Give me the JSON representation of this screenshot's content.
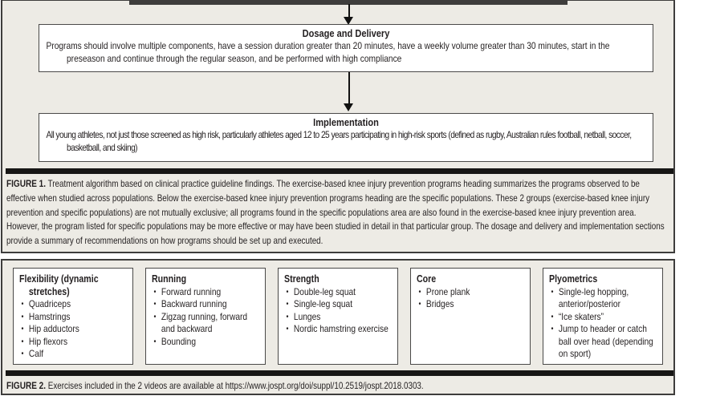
{
  "colors": {
    "panel_background": "#edebe5",
    "panel_border": "#3e3d3c",
    "box_border": "#4a4948",
    "separator_bar": "#171615",
    "text": "#231f20"
  },
  "figure1": {
    "flow_boxes": [
      {
        "title": "Dosage and Delivery",
        "body": "Programs should involve multiple components, have a session duration greater than 20 minutes, have a weekly volume greater than 30 minutes, start in the preseason and continue through the regular season, and be performed with high compliance"
      },
      {
        "title": "Implementation",
        "body": "All young athletes, not just those screened as high risk, particularly athletes aged 12 to 25 years participating in high-risk sports (defined as rugby, Australian rules football, netball, soccer, basketball, and skiing)"
      }
    ],
    "caption_label": "FIGURE 1.",
    "caption_text": "Treatment algorithm based on clinical practice guideline findings. The exercise-based knee injury prevention programs heading summarizes the programs observed to be effective when studied across populations. Below the exercise-based knee injury prevention programs heading are the specific populations. These 2 groups (exercise-based knee injury prevention and specific populations) are not mutually exclusive; all programs found in the specific populations area are also found in the exercise-based knee injury prevention area. However, the program listed for specific populations may be more effective or may have been studied in detail in that particular group. The dosage and delivery and implementation sections provide a summary of recommendations on how programs should be set up and executed."
  },
  "figure2": {
    "bullet_glyph": "•",
    "boxes": [
      {
        "title": "Flexibility (dynamic stretches)",
        "items": [
          "Quadriceps",
          "Hamstrings",
          "Hip adductors",
          "Hip flexors",
          "Calf"
        ]
      },
      {
        "title": "Running",
        "items": [
          "Forward running",
          "Backward running",
          "Zigzag running, forward and backward",
          "Bounding"
        ]
      },
      {
        "title": "Strength",
        "items": [
          "Double-leg squat",
          "Single-leg squat",
          "Lunges",
          "Nordic hamstring exercise"
        ]
      },
      {
        "title": "Core",
        "items": [
          "Prone plank",
          "Bridges"
        ]
      },
      {
        "title": "Plyometrics",
        "items": [
          "Single-leg hopping, anterior/posterior",
          "“Ice skaters”",
          "Jump to header or catch ball over head (depending on sport)"
        ]
      }
    ],
    "caption_label": "FIGURE 2.",
    "caption_text": "Exercises included in the 2 videos are available at",
    "caption_url": "https://www.jospt.org/doi/suppl/10.2519/jospt.2018.0303",
    "caption_suffix": "."
  }
}
